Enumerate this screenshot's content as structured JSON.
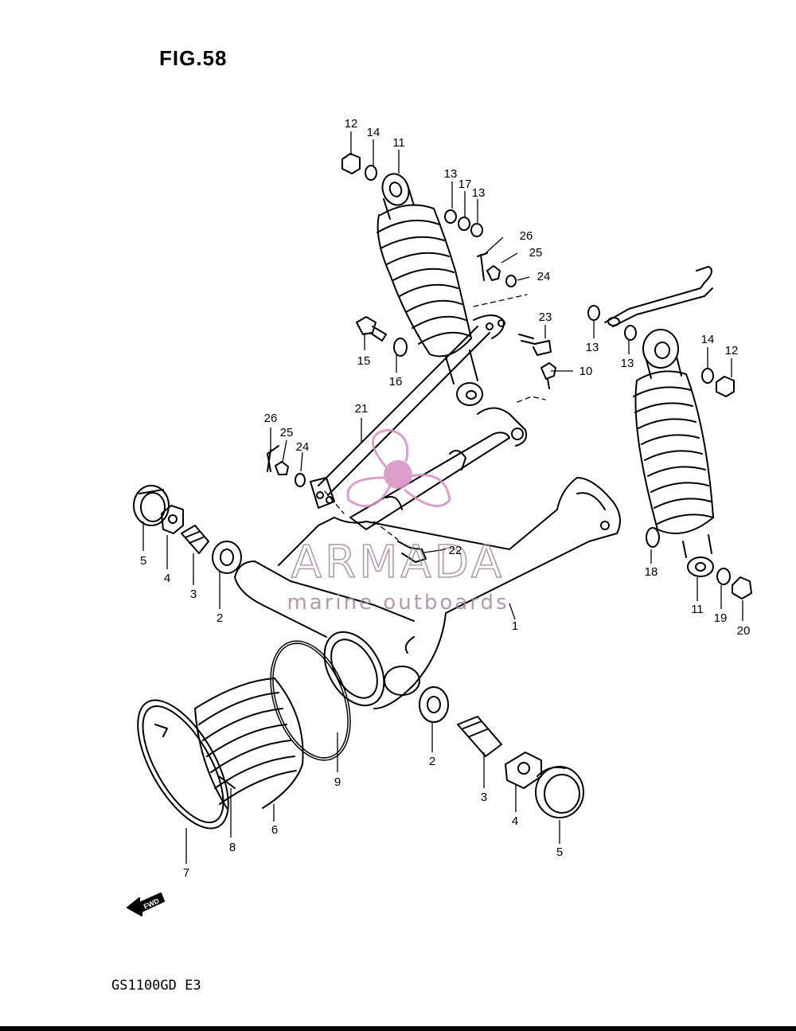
{
  "figure": {
    "title": "FIG.58",
    "model": "GS1100GD E3"
  },
  "fwd_label": "FWD",
  "watermark": {
    "brand": "ARMADA",
    "tagline": "marine outboards",
    "color": "#d78fc4"
  },
  "callouts": [
    {
      "label": "12"
    },
    {
      "label": "14"
    },
    {
      "label": "11"
    },
    {
      "label": "13"
    },
    {
      "label": "17"
    },
    {
      "label": "13"
    },
    {
      "label": "26"
    },
    {
      "label": "25"
    },
    {
      "label": "24"
    },
    {
      "label": "23"
    },
    {
      "label": "10"
    },
    {
      "label": "15"
    },
    {
      "label": "16"
    },
    {
      "label": "21"
    },
    {
      "label": "13"
    },
    {
      "label": "13"
    },
    {
      "label": "14"
    },
    {
      "label": "12"
    },
    {
      "label": "26"
    },
    {
      "label": "25"
    },
    {
      "label": "24"
    },
    {
      "label": "5"
    },
    {
      "label": "4"
    },
    {
      "label": "3"
    },
    {
      "label": "2"
    },
    {
      "label": "22"
    },
    {
      "label": "1"
    },
    {
      "label": "18"
    },
    {
      "label": "11"
    },
    {
      "label": "19"
    },
    {
      "label": "20"
    },
    {
      "label": "2"
    },
    {
      "label": "3"
    },
    {
      "label": "4"
    },
    {
      "label": "5"
    },
    {
      "label": "9"
    },
    {
      "label": "6"
    },
    {
      "label": "8"
    },
    {
      "label": "7"
    }
  ]
}
